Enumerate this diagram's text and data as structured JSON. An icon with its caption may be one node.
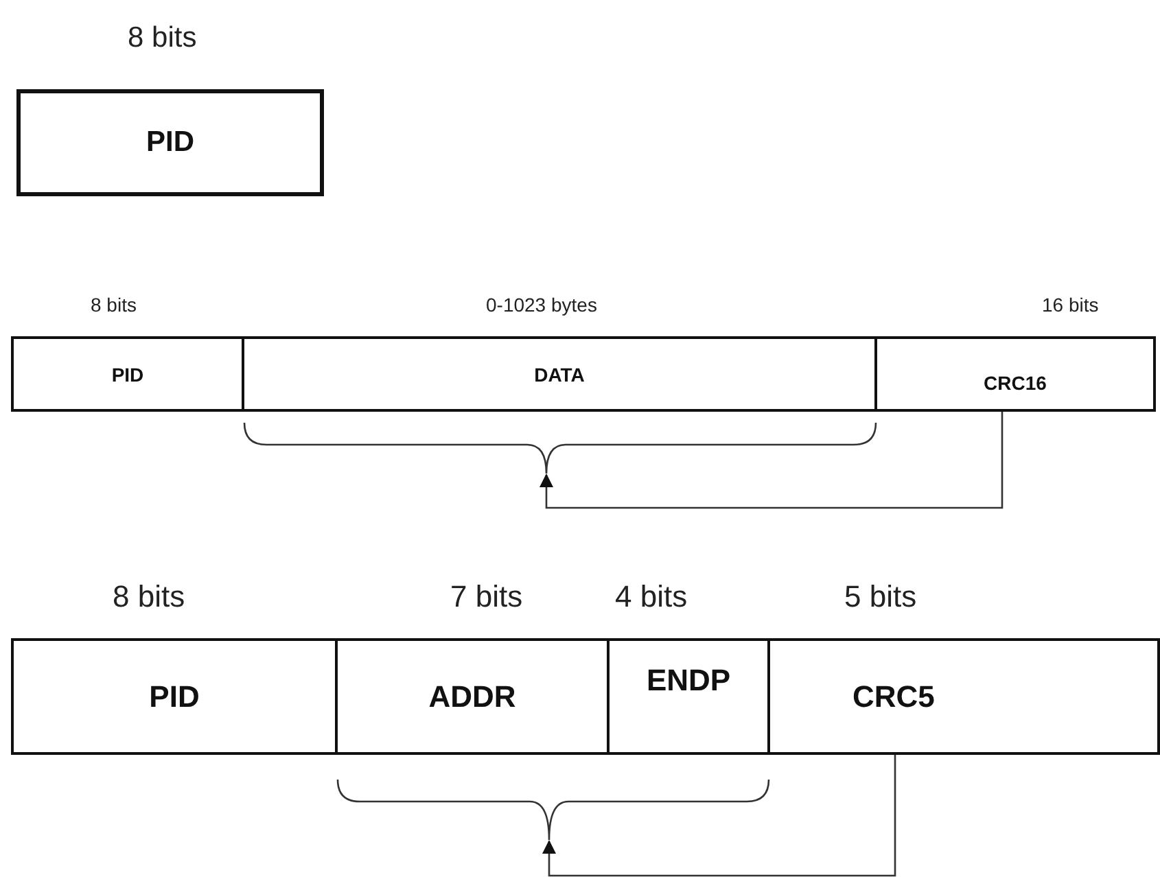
{
  "diagram": {
    "nodes": [
      {
        "text": [
          "PID"
        ],
        "beside": [
          "8 bits"
        ]
      },
      {
        "text": [
          "PID"
        ],
        "beside": [
          "8 bits"
        ]
      },
      {
        "text": [
          "DATA"
        ],
        "beside": [
          "0-1023 bytes"
        ]
      },
      {
        "text": [
          "CRC16"
        ],
        "beside": [
          "16 bits"
        ]
      },
      {
        "text": [],
        "shape": "bracket"
      },
      {
        "text": [
          "PID"
        ],
        "beside": [
          "8 bits"
        ]
      },
      {
        "text": [
          "ADDR"
        ],
        "beside": [
          "7 bits"
        ]
      },
      {
        "text": [
          "ENDP"
        ],
        "beside": [
          "4 bits"
        ]
      },
      {
        "text": [
          "CRC5"
        ],
        "beside": [
          "5 bits"
        ]
      },
      {
        "text": [],
        "shape": "bracket"
      }
    ],
    "edges": [
      {
        "from": 3,
        "to": 4,
        "arrow": "to"
      },
      {
        "from": 8,
        "to": 9,
        "arrow": "to"
      }
    ]
  }
}
